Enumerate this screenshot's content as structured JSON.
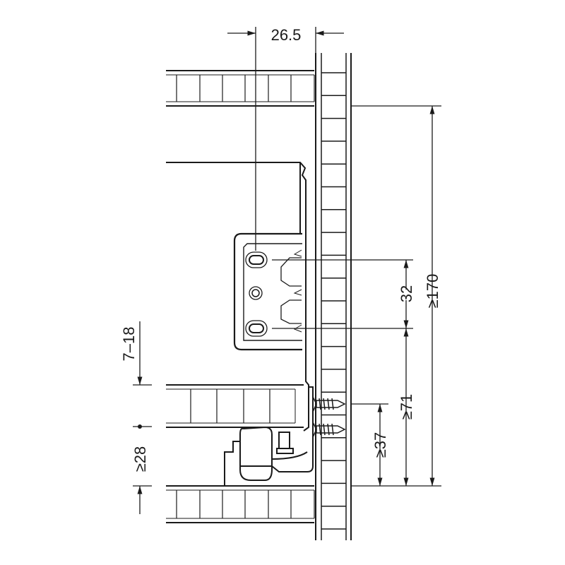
{
  "dimensions": {
    "top_offset": "26.5",
    "total_height": "≥170",
    "hole_spacing": "32",
    "lower_hole_height": "≥71",
    "screw_height": "≥37",
    "panel_thickness": "7–18",
    "bottom_clearance": "≥28"
  },
  "colors": {
    "line": "#1a1a1a",
    "background": "#ffffff"
  }
}
